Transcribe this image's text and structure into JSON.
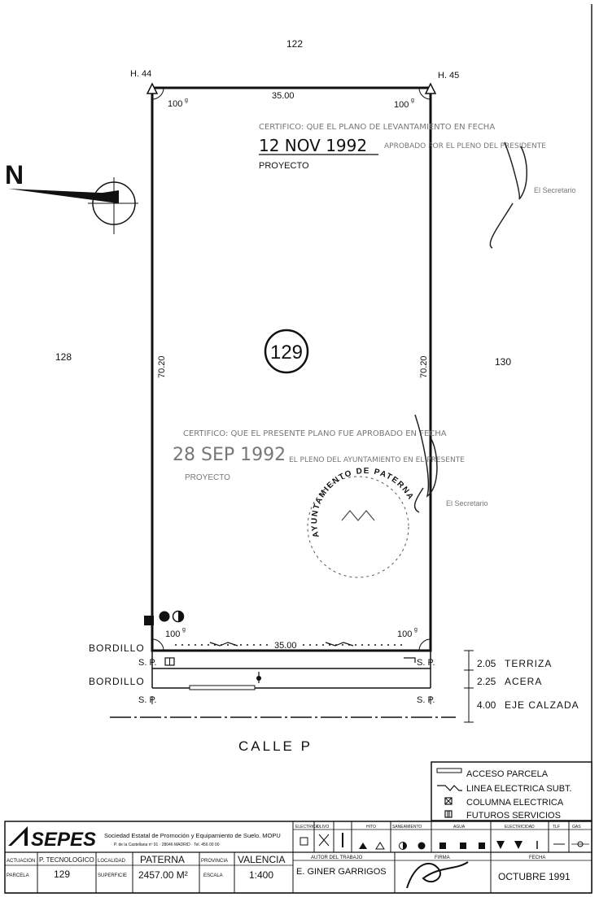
{
  "plan": {
    "top_neighbor": "122",
    "left_neighbor": "128",
    "right_neighbor": "130",
    "parcel_number": "129",
    "corner_left": "H. 44",
    "corner_right": "H. 45",
    "top_width": "35.00",
    "bottom_width": "35.00",
    "left_depth": "70.20",
    "right_depth": "70.20",
    "angle": "100",
    "angle_unit": "g",
    "north": "N",
    "bordillo_1": "BORDILLO",
    "bordillo_2": "BORDILLO",
    "sp": "S. P.",
    "sp_short": "P",
    "street": "CALLE   P",
    "sections": [
      {
        "value": "2.05",
        "label": "TERRIZA"
      },
      {
        "value": "2.25",
        "label": "ACERA"
      },
      {
        "value": "4.00",
        "label": "EJE  CALZADA"
      }
    ]
  },
  "stamps": {
    "stamp1_line1": "CERTIFICO: QUE EL PLANO DE LEVANTAMIENTO EN FECHA",
    "stamp1_date": "12 NOV 1992",
    "stamp1_line2": "APROBADO POR EL PLENO DEL PRESIDENTE",
    "stamp1_line3": "PROYECTO",
    "stamp1_sign": "El Secretario",
    "stamp2_line1": "CERTIFICO: QUE EL PRESENTE PLANO FUE APROBADO EN FECHA",
    "stamp2_date": "28 SEP 1992",
    "stamp2_line2": "EL PLENO DEL AYUNTAMIENTO EN EL PRESENTE",
    "stamp2_line3": "PROYECTO",
    "stamp2_sign": "El Secretario",
    "seal_text": "AYUNTAMIENTO DE PATERNA"
  },
  "legend": {
    "items": [
      {
        "icon": "acceso-parcela-icon",
        "label": "ACCESO PARCELA"
      },
      {
        "icon": "linea-electrica-icon",
        "label": "LINEA ELECTRICA SUBT."
      },
      {
        "icon": "columna-electrica-icon",
        "label": "COLUMNA ELECTRICA"
      },
      {
        "icon": "futuros-servicios-icon",
        "label": "FUTUROS SERVICIOS"
      }
    ]
  },
  "titleblock": {
    "logo": "SEPES",
    "org_name": "Sociedad Estatal de Promoción y Equipamiento de Suelo. MOPU",
    "org_address": "P. de la Castellana nº 91 · 28046 MADRID · Tel. 456 00 00",
    "service_headers": [
      "ELECTRICA",
      "OLIVO",
      "",
      "HITO",
      "SANEAMIENTO",
      "AGUA",
      "ELECTRICIDAD",
      "TLF",
      "GAS"
    ],
    "actuacion_label": "ACTUACION",
    "actuacion_value": "P. TECNOLOGICO",
    "parcela_label": "PARCELA",
    "parcela_value": "129",
    "localidad_label": "LOCALIDAD",
    "localidad_value": "PATERNA",
    "superficie_label": "SUPERFICIE",
    "superficie_value": "2457.00 M²",
    "provincia_label": "PROVINCIA",
    "provincia_value": "VALENCIA",
    "escala_label": "ESCALA",
    "escala_value": "1:400",
    "autor_label": "AUTOR DEL TRABAJO",
    "autor_value": "E. GINER GARRIGOS",
    "firma_label": "FIRMA",
    "fecha_label": "FECHA",
    "fecha_value": "OCTUBRE  1991"
  }
}
